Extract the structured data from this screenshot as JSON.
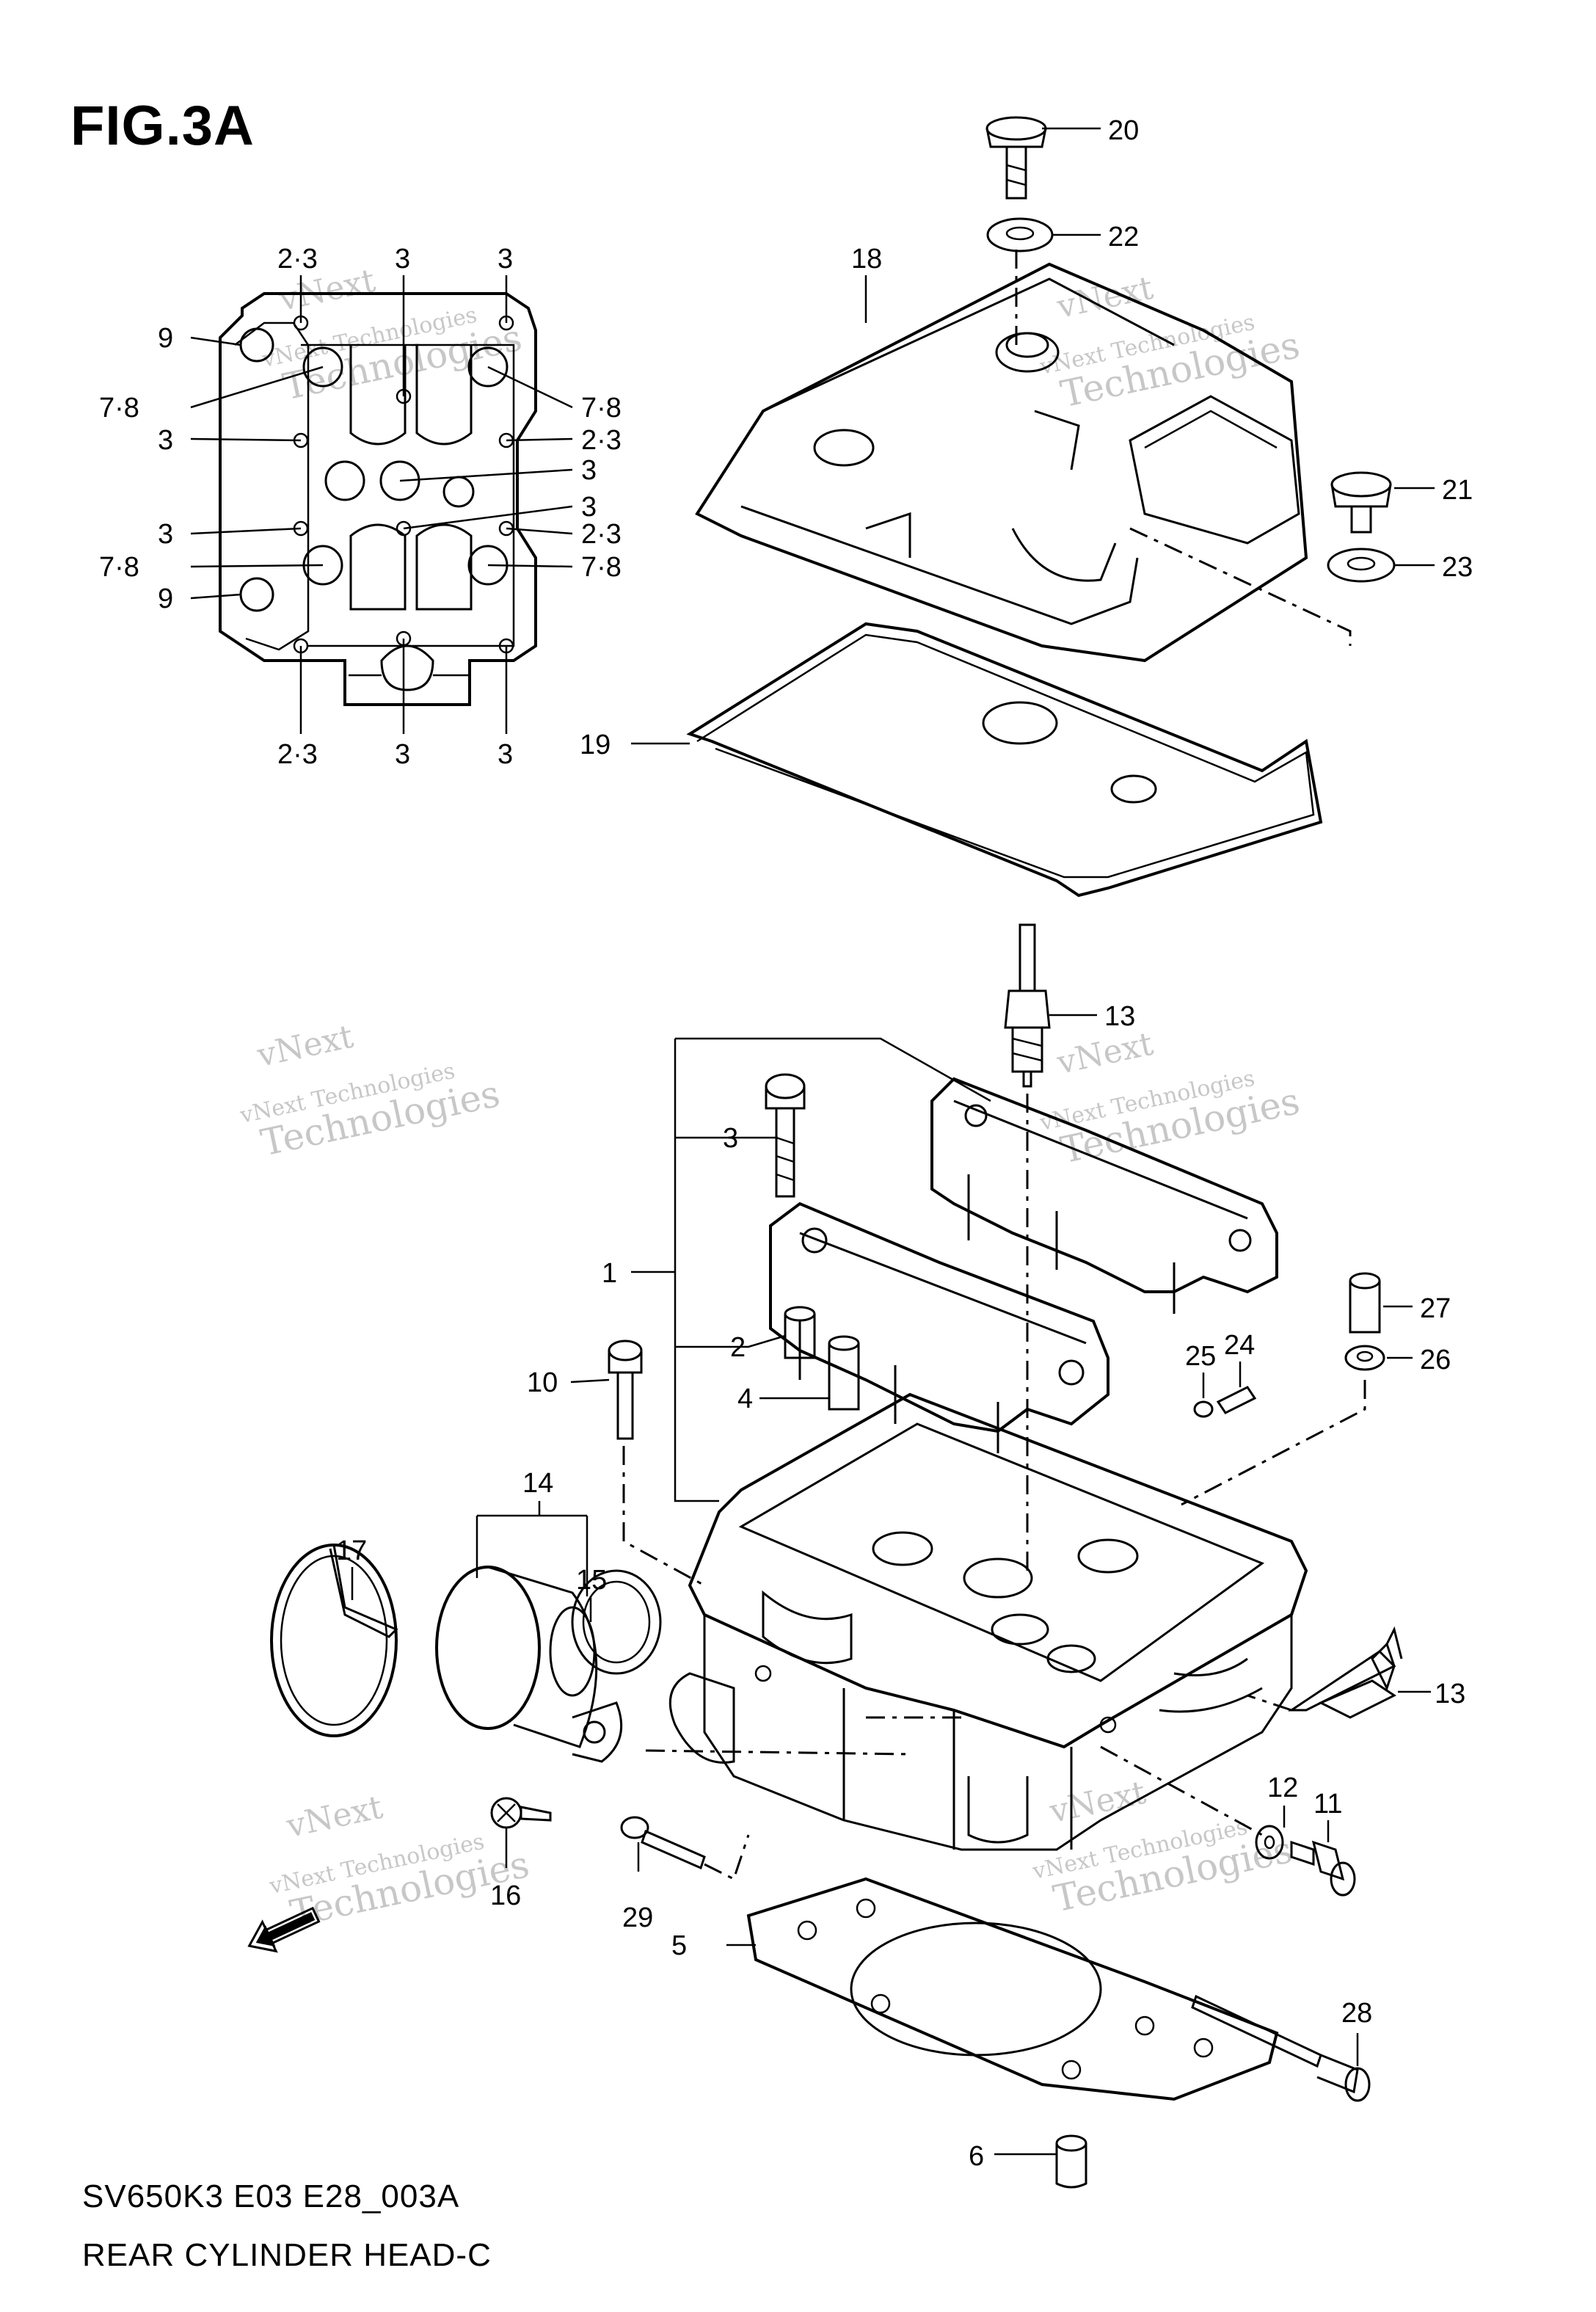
{
  "figure": {
    "title": "FIG.3A",
    "model_code": "SV650K3 E03 E28_003A",
    "diagram_name": "REAR CYLINDER HEAD-C"
  },
  "watermark": {
    "line1": "vNext",
    "line2": "vNext Technologies",
    "line3": "Technologies"
  },
  "callouts": {
    "p20": "20",
    "p22": "22",
    "p18": "18",
    "p21": "21",
    "p23": "23",
    "p19": "19",
    "p13a": "13",
    "p3": "3",
    "p1": "1",
    "p2": "2",
    "p4": "4",
    "p10": "10",
    "p25": "25",
    "p24": "24",
    "p27": "27",
    "p26": "26",
    "p14": "14",
    "p17": "17",
    "p15": "15",
    "p13b": "13",
    "p12": "12",
    "p11": "11",
    "p16": "16",
    "p29": "29",
    "p5": "5",
    "p28": "28",
    "p6": "6"
  },
  "inset": {
    "top_2_3": "2·3",
    "top_3a": "3",
    "top_3b": "3",
    "l_9a": "9",
    "l_78a": "7·8",
    "l_3a": "3",
    "l_3b": "3",
    "l_78b": "7·8",
    "l_9b": "9",
    "r_78a": "7·8",
    "r_23a": "2·3",
    "r_3a": "3",
    "r_3b": "3",
    "r_23b": "2·3",
    "r_78b": "7·8",
    "bot_2_3": "2·3",
    "bot_3a": "3",
    "bot_3b": "3"
  },
  "colors": {
    "line": "#000000",
    "watermark": "#9a9a9a",
    "background": "#ffffff"
  }
}
